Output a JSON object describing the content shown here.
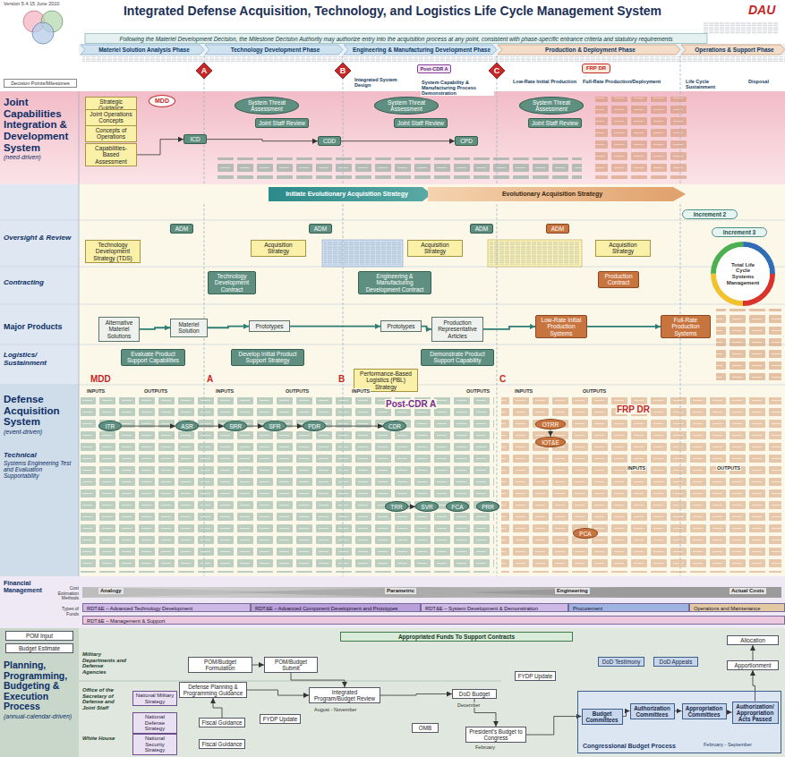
{
  "diagram": {
    "title": "Integrated Defense Acquisition, Technology, and Logistics Life Cycle Management System",
    "nodes": [
      {
        "text": [
          "Joint Capabilities Integration & Development System",
          "(need-driven)"
        ]
      },
      {
        "text": [
          "Oversight & Review"
        ]
      },
      {
        "text": [
          "Contracting"
        ]
      },
      {
        "text": [
          "Major Products"
        ]
      },
      {
        "text": [
          "Logistics/ Sustainment"
        ]
      },
      {
        "text": [
          "Defense Acquisition System",
          "(event-driven)"
        ]
      },
      {
        "text": [
          "Technical",
          "Systems Engineering Test and Evaluation Supportability"
        ]
      },
      {
        "text": [
          "Financial Management"
        ]
      },
      {
        "text": [
          "Planning, Programming, Budgeting & Execution Process",
          "(annual-calendar-driven)"
        ]
      },
      {
        "text": [
          "Materiel Solution Analysis Phase"
        ]
      },
      {
        "text": [
          "Technology Development Phase"
        ]
      },
      {
        "text": [
          "Engineering & Manufacturing Development Phase"
        ]
      },
      {
        "text": [
          "Production & Deployment Phase"
        ]
      },
      {
        "text": [
          "Operations & Support Phase"
        ]
      },
      {
        "text": [
          "Following the Materiel Development Decision, the Milestone Decision Authority may authorize entry into the acquisition process at any point, consistent with phase-specific entrance criteria and statutory requirements"
        ]
      },
      {
        "text": [
          "MDD"
        ]
      },
      {
        "text": [
          "A"
        ]
      },
      {
        "text": [
          "B"
        ]
      },
      {
        "text": [
          "C"
        ]
      },
      {
        "text": [
          "Post-CDR A"
        ]
      },
      {
        "text": [
          "FRP DR"
        ]
      },
      {
        "text": [
          "Decision Points/Milestones"
        ]
      },
      {
        "text": [
          "Strategic Guidance"
        ]
      },
      {
        "text": [
          "Joint Operations Concepts"
        ]
      },
      {
        "text": [
          "Concepts of Operations"
        ]
      },
      {
        "text": [
          "Capabilities-Based Assessment"
        ]
      },
      {
        "text": [
          "ICD"
        ]
      },
      {
        "text": [
          "System Threat Assessment"
        ]
      },
      {
        "text": [
          "Joint Staff Review"
        ]
      },
      {
        "text": [
          "CDD"
        ]
      },
      {
        "text": [
          "System Threat Assessment"
        ]
      },
      {
        "text": [
          "Joint Staff Review"
        ]
      },
      {
        "text": [
          "CPD"
        ]
      },
      {
        "text": [
          "System Threat Assessment"
        ]
      },
      {
        "text": [
          "Joint Staff Review"
        ]
      },
      {
        "text": [
          "Initiate Evolutionary Acquisition Strategy"
        ]
      },
      {
        "text": [
          "Evolutionary Acquisition Strategy"
        ]
      },
      {
        "text": [
          "Increment 2"
        ]
      },
      {
        "text": [
          "Increment 3"
        ]
      },
      {
        "text": [
          "Total Life Cycle Systems Management"
        ]
      },
      {
        "text": [
          "Technology Development Strategy (TDS)"
        ]
      },
      {
        "text": [
          "ADM"
        ]
      },
      {
        "text": [
          "Acquisition Strategy"
        ]
      },
      {
        "text": [
          "ADM"
        ]
      },
      {
        "text": [
          "Acquisition Strategy"
        ]
      },
      {
        "text": [
          "ADM"
        ]
      },
      {
        "text": [
          "ADM"
        ]
      },
      {
        "text": [
          "Acquisition Strategy"
        ]
      },
      {
        "text": [
          "Technology Development Contract"
        ]
      },
      {
        "text": [
          "Engineering & Manufacturing Development Contract"
        ]
      },
      {
        "text": [
          "Production Contract"
        ]
      },
      {
        "text": [
          "Alternative Materiel Solutions"
        ]
      },
      {
        "text": [
          "Materiel Solution"
        ]
      },
      {
        "text": [
          "Prototypes"
        ]
      },
      {
        "text": [
          "Prototypes"
        ]
      },
      {
        "text": [
          "Production Representative Articles"
        ]
      },
      {
        "text": [
          "Low-Rate Initial Production Systems"
        ]
      },
      {
        "text": [
          "Full-Rate Production Systems"
        ]
      },
      {
        "text": [
          "Evaluate Product Support Capabilities"
        ]
      },
      {
        "text": [
          "Develop Initial Product Support Strategy"
        ]
      },
      {
        "text": [
          "Demonstrate Product Support Capability"
        ]
      },
      {
        "text": [
          "Performance-Based Logistics (PBL) Strategy"
        ]
      },
      {
        "text": [
          "ITR"
        ]
      },
      {
        "text": [
          "ASR"
        ]
      },
      {
        "text": [
          "SRR"
        ]
      },
      {
        "text": [
          "SFR"
        ]
      },
      {
        "text": [
          "PDR"
        ]
      },
      {
        "text": [
          "CDR"
        ]
      },
      {
        "text": [
          "TRR"
        ]
      },
      {
        "text": [
          "SVR"
        ]
      },
      {
        "text": [
          "FCA"
        ]
      },
      {
        "text": [
          "PRR"
        ]
      },
      {
        "text": [
          "OTRR"
        ]
      },
      {
        "text": [
          "IOT&E"
        ]
      },
      {
        "text": [
          "PCA"
        ]
      },
      {
        "text": [
          "RDT&E – Advanced Technology Development"
        ]
      },
      {
        "text": [
          "RDT&E – Advanced Component Development and Prototypes"
        ]
      },
      {
        "text": [
          "RDT&E – System Development & Demonstration"
        ]
      },
      {
        "text": [
          "Procurement"
        ]
      },
      {
        "text": [
          "Operations and Maintenance"
        ]
      },
      {
        "text": [
          "RDT&E – Management & Support"
        ]
      },
      {
        "text": [
          "Appropriated Funds To Support Contracts"
        ]
      },
      {
        "text": [
          "POM Input"
        ]
      },
      {
        "text": [
          "Budget Estimate"
        ]
      },
      {
        "text": [
          "Military Departments and Defense Agencies"
        ]
      },
      {
        "text": [
          "Office of the Secretary of Defense and Joint Staff"
        ]
      },
      {
        "text": [
          "White House"
        ]
      },
      {
        "text": [
          "POM/Budget Formulation"
        ]
      },
      {
        "text": [
          "POM/Budget Submit"
        ]
      },
      {
        "text": [
          "Defense Planning & Programming Guidance"
        ]
      },
      {
        "text": [
          "Integrated Program/Budget Review"
        ]
      },
      {
        "text": [
          "DoD Budget"
        ]
      },
      {
        "text": [
          "OMB"
        ]
      },
      {
        "text": [
          "President's Budget to Congress"
        ]
      },
      {
        "text": [
          "FYDP Update"
        ]
      },
      {
        "text": [
          "FYDP Update"
        ]
      },
      {
        "text": [
          "National Military Strategy"
        ]
      },
      {
        "text": [
          "National Defense Strategy"
        ]
      },
      {
        "text": [
          "National Security Strategy"
        ]
      },
      {
        "text": [
          "Fiscal Guidance"
        ]
      },
      {
        "text": [
          "Fiscal Guidance"
        ]
      },
      {
        "text": [
          "DoD Testimony"
        ]
      },
      {
        "text": [
          "DoD Appeals"
        ]
      },
      {
        "text": [
          "Allocation"
        ]
      },
      {
        "text": [
          "Apportionment"
        ]
      },
      {
        "text": [
          "Congressional Budget Process"
        ]
      },
      {
        "text": [
          "Budget Committees"
        ],
        "in": 105
      },
      {
        "text": [
          "Authorization Committees"
        ],
        "in": 105
      },
      {
        "text": [
          "Appropriation Committees"
        ],
        "in": 105
      },
      {
        "text": [
          "Authorization/ Appropriation Acts Passed"
        ],
        "in": 105
      }
    ],
    "edges": [
      {
        "from": 25,
        "to": 26,
        "arrow": "to"
      },
      {
        "from": 26,
        "to": 29,
        "arrow": "to"
      },
      {
        "from": 29,
        "to": 32,
        "arrow": "to"
      },
      {
        "from": 51,
        "to": 52,
        "arrow": "to"
      },
      {
        "from": 52,
        "to": 53,
        "arrow": "to"
      },
      {
        "from": 53,
        "to": 54,
        "arrow": "to"
      },
      {
        "from": 54,
        "to": 55,
        "arrow": "to"
      },
      {
        "from": 55,
        "to": 56,
        "arrow": "to"
      },
      {
        "from": 56,
        "to": 57,
        "arrow": "to"
      },
      {
        "from": 62,
        "to": 63,
        "arrow": "to"
      },
      {
        "from": 63,
        "to": 64,
        "arrow": "to"
      },
      {
        "from": 64,
        "to": 65,
        "arrow": "to"
      },
      {
        "from": 65,
        "to": 66,
        "arrow": "to"
      },
      {
        "from": 66,
        "to": 67,
        "arrow": "to"
      },
      {
        "from": 68,
        "to": 69,
        "arrow": "to"
      },
      {
        "from": 72,
        "to": 73,
        "arrow": "to"
      },
      {
        "from": 87,
        "to": 88,
        "arrow": "to"
      },
      {
        "from": 88,
        "to": 90,
        "arrow": "to"
      },
      {
        "from": 89,
        "to": 90,
        "arrow": "to"
      },
      {
        "from": 90,
        "to": 91,
        "arrow": "to"
      },
      {
        "from": 91,
        "to": 93,
        "arrow": "to"
      },
      {
        "from": 93,
        "to": 106,
        "arrow": "to"
      },
      {
        "from": 106,
        "to": 107,
        "arrow": "to"
      },
      {
        "from": 107,
        "to": 108,
        "arrow": "to"
      },
      {
        "from": 108,
        "to": 109,
        "arrow": "to"
      },
      {
        "from": 109,
        "to": 104,
        "arrow": "to"
      },
      {
        "from": 104,
        "to": 103,
        "arrow": "to"
      },
      {
        "from": 99,
        "to": 89,
        "arrow": "to"
      }
    ],
    "labels": [
      "Version 5.4 15 June 2010",
      "DAU",
      "Integrated System Design",
      "System Capability & Manufacturing Process Demonstration",
      "Low-Rate Initial Production",
      "Full-Rate Production/Deployment",
      "Life Cycle Sustainment",
      "Disposal",
      "MDD",
      "A",
      "B",
      "C",
      "FRP DR",
      "Post-CDR A",
      "INPUTS",
      "OUTPUTS",
      "INPUTS",
      "OUTPUTS",
      "INPUTS",
      "OUTPUTS",
      "INPUTS",
      "OUTPUTS",
      "INPUTS",
      "OUTPUTS",
      "Cost Estimation Methods",
      "Types of Funds",
      "Analogy",
      "Parametric",
      "Engineering",
      "Actual Costs",
      "August - November",
      "December",
      "February",
      "February - September"
    ]
  }
}
